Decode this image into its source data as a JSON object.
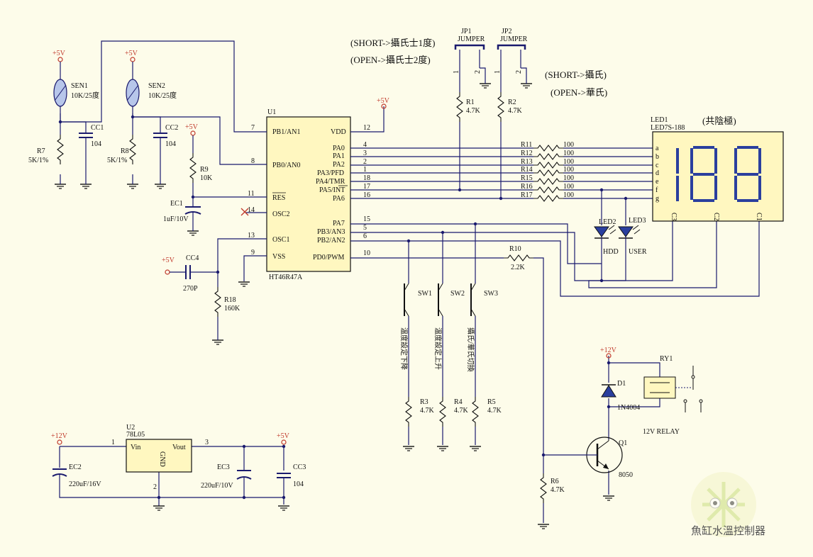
{
  "u1": {
    "ref": "U1",
    "part": "HT46R47A",
    "left_pins": [
      {
        "num": "7",
        "name": "PB1/AN1"
      },
      {
        "num": "8",
        "name": "PB0/AN0"
      },
      {
        "num": "11",
        "name": "RES"
      },
      {
        "num": "14",
        "name": "OSC2"
      },
      {
        "num": "13",
        "name": "OSC1"
      },
      {
        "num": "9",
        "name": "VSS"
      }
    ],
    "right_pins": [
      {
        "num": "12",
        "name": "VDD"
      },
      {
        "num": "4",
        "name": "PA0"
      },
      {
        "num": "3",
        "name": "PA1"
      },
      {
        "num": "2",
        "name": "PA2"
      },
      {
        "num": "1",
        "name": "PA3/PFD"
      },
      {
        "num": "18",
        "name": "PA4/TMR"
      },
      {
        "num": "17",
        "name": "PA5/INT"
      },
      {
        "num": "16",
        "name": "PA6"
      },
      {
        "num": "15",
        "name": "PA7"
      },
      {
        "num": "5",
        "name": "PB3/AN3"
      },
      {
        "num": "6",
        "name": "PB2/AN2"
      },
      {
        "num": "10",
        "name": "PD0/PWM"
      }
    ]
  },
  "rails": {
    "p5": "+5V",
    "p12": "+12V"
  },
  "sen1": {
    "ref": "SEN1",
    "val": "10K/25度"
  },
  "sen2": {
    "ref": "SEN2",
    "val": "10K/25度"
  },
  "r7": {
    "ref": "R7",
    "val": "5K/1%"
  },
  "r8": {
    "ref": "R8",
    "val": "5K/1%"
  },
  "cc1": {
    "ref": "CC1",
    "val": "104"
  },
  "cc2": {
    "ref": "CC2",
    "val": "104"
  },
  "r9": {
    "ref": "R9",
    "val": "10K"
  },
  "ec1": {
    "ref": "EC1",
    "val": "1uF/10V"
  },
  "cc4": {
    "ref": "CC4",
    "val": "270P"
  },
  "r18": {
    "ref": "R18",
    "val": "160K"
  },
  "notes": {
    "jp1_short": "(SHORT->攝氏士1度)",
    "jp1_open": "(OPEN->攝氏士2度)",
    "jp2_short": "(SHORT->攝氏)",
    "jp2_open": "(OPEN->華氏)"
  },
  "jp1": {
    "ref": "JP1",
    "type": "JUMPER"
  },
  "jp2": {
    "ref": "JP2",
    "type": "JUMPER"
  },
  "r1": {
    "ref": "R1",
    "val": "4.7K"
  },
  "r2": {
    "ref": "R2",
    "val": "4.7K"
  },
  "seg_res": [
    {
      "ref": "R11",
      "val": "100"
    },
    {
      "ref": "R12",
      "val": "100"
    },
    {
      "ref": "R13",
      "val": "100"
    },
    {
      "ref": "R14",
      "val": "100"
    },
    {
      "ref": "R15",
      "val": "100"
    },
    {
      "ref": "R16",
      "val": "100"
    },
    {
      "ref": "R17",
      "val": "100"
    }
  ],
  "led1": {
    "ref": "LED1",
    "part": "LED7S-188",
    "title": "(共陰極)",
    "segs": [
      "a",
      "b",
      "c",
      "d",
      "e",
      "f",
      "g"
    ],
    "commons": [
      "C3",
      "C2",
      "C1"
    ],
    "digits": "188"
  },
  "led2": {
    "ref": "LED2",
    "name": "HDD"
  },
  "led3": {
    "ref": "LED3",
    "name": "USER"
  },
  "r10": {
    "ref": "R10",
    "val": "2.2K"
  },
  "sw1": {
    "ref": "SW1",
    "func": "溫度設定下降"
  },
  "sw2": {
    "ref": "SW2",
    "func": "溫度設定上升"
  },
  "sw3": {
    "ref": "SW3",
    "func": "攝氏/華氏切換"
  },
  "r3": {
    "ref": "R3",
    "val": "4.7K"
  },
  "r4": {
    "ref": "R4",
    "val": "4.7K"
  },
  "r5": {
    "ref": "R5",
    "val": "4.7K"
  },
  "d1": {
    "ref": "D1",
    "part": "1N4004"
  },
  "ry1": {
    "ref": "RY1",
    "part": "12V RELAY"
  },
  "q1": {
    "ref": "Q1",
    "part": "8050"
  },
  "r6": {
    "ref": "R6",
    "val": "4.7K"
  },
  "u2": {
    "ref": "U2",
    "part": "78L05",
    "vin": "Vin",
    "vout": "Vout",
    "gnd": "GND",
    "p1": "1",
    "p2": "2",
    "p3": "3"
  },
  "ec2": {
    "ref": "EC2",
    "val": "220uF/16V"
  },
  "ec3": {
    "ref": "EC3",
    "val": "220uF/10V"
  },
  "cc3": {
    "ref": "CC3",
    "val": "104"
  },
  "watermark": "魚缸水溫控制器",
  "colors": {
    "wire": "#1a1a6e",
    "rail": "#c0392b",
    "chip": "#fff7c0",
    "led_segment": "#2a3f9e"
  }
}
